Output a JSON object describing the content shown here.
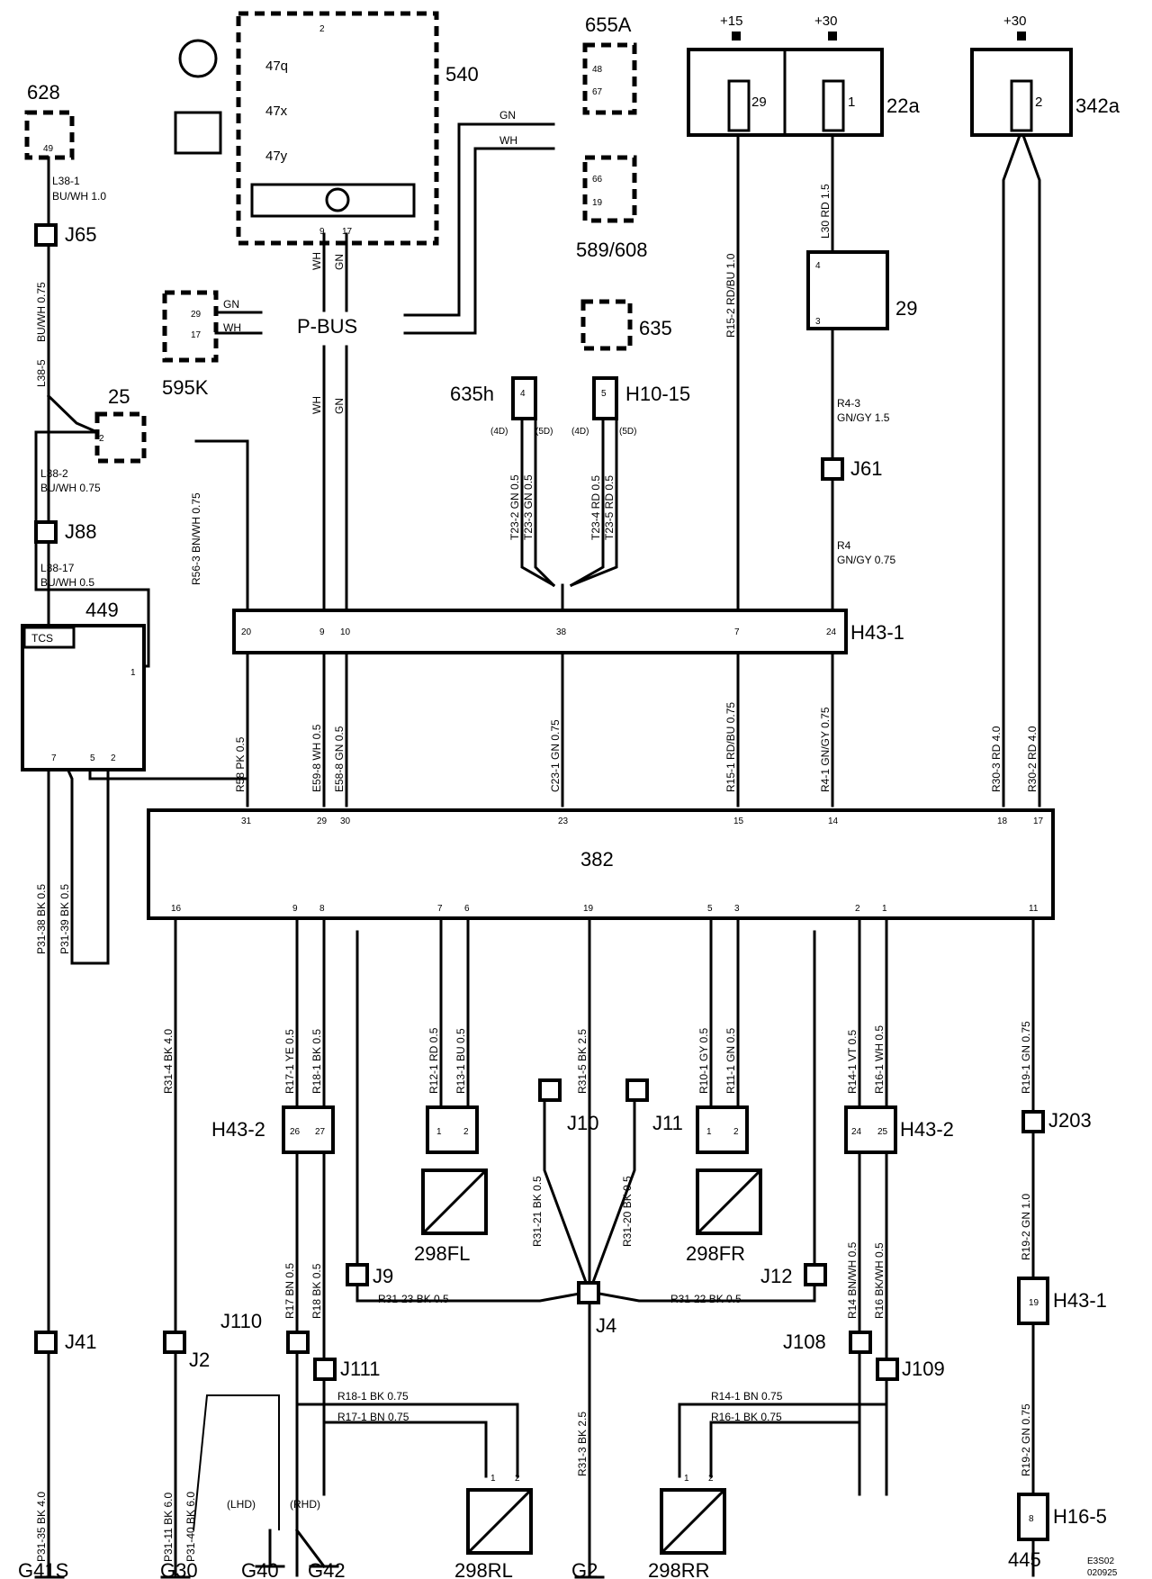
{
  "labels": {
    "c628": "628",
    "c540": "540",
    "c655a": "655A",
    "c589": "589/608",
    "c595k": "595K",
    "c22a": "22a",
    "c342a": "342a",
    "c25": "25",
    "c29": "29",
    "c635": "635",
    "c635h": "635h",
    "h10_15": "H10-15",
    "h43_1": "H43-1",
    "h43_1b": "H43-1",
    "c449": "449",
    "tcs": "TCS",
    "c382": "382",
    "h43_2l": "H43-2",
    "h43_2r": "H43-2",
    "h16_5": "H16-5",
    "c445": "445",
    "s298fl": "298FL",
    "s298fr": "298FR",
    "s298rl": "298RL",
    "s298rr": "298RR",
    "pbus": "P-BUS",
    "j65": "J65",
    "j88": "J88",
    "j41": "J41",
    "j2": "J2",
    "j9": "J9",
    "j10": "J10",
    "j11": "J11",
    "j12": "J12",
    "j4": "J4",
    "j110": "J110",
    "j111": "J111",
    "j108": "J108",
    "j109": "J109",
    "j61": "J61",
    "j203": "J203",
    "g41s": "G41S",
    "g30": "G30",
    "g40": "G40",
    "g42": "G42",
    "g2": "G2",
    "lhd": "(LHD)",
    "rhd": "(RHD)",
    "p15": "+15",
    "p30a": "+30",
    "p30b": "+30",
    "fuse29": "29",
    "fuse1": "1",
    "fuse2": "2",
    "m47q": "47q",
    "m47x": "47x",
    "m47y": "47y",
    "p540_2": "2",
    "p540_9": "9",
    "p540_17": "17",
    "p655_48": "48",
    "p655_67": "67",
    "p589_66": "66",
    "p589_19": "19",
    "p595_29": "29",
    "p595_17": "17",
    "p628_49": "49",
    "p25_2": "2",
    "p635h_4": "4",
    "p1015_5": "5",
    "sw29_4": "4",
    "sw29_3": "3",
    "p449_1": "1",
    "p449_7": "7",
    "p449_5": "5",
    "p449_2": "2",
    "h20": "20",
    "h9": "9",
    "h10": "10",
    "h38": "38",
    "h7": "7",
    "h24": "24",
    "e31": "31",
    "e29": "29",
    "e30": "30",
    "e23": "23",
    "e15": "15",
    "e14": "14",
    "e18": "18",
    "e17": "17",
    "e16": "16",
    "e9": "9",
    "e8": "8",
    "e7": "7",
    "e6": "6",
    "e19": "19",
    "e5": "5",
    "e3": "3",
    "e2": "2",
    "e1": "1",
    "e11": "11",
    "h26": "26",
    "h27": "27",
    "h24b": "24",
    "h25": "25",
    "h19": "19",
    "h8": "8",
    "fl1": "1",
    "fl2": "2",
    "fr1": "1",
    "fr2": "2",
    "rl1": "1",
    "rl2": "2",
    "rr1": "1",
    "rr2": "2",
    "d4a": "(4D)",
    "d5a": "(5D)",
    "d4b": "(4D)",
    "d5b": "(5D)",
    "gn1": "GN",
    "wh1": "WH",
    "gn2": "GN",
    "wh2": "WH",
    "w_l38_1": "L38-1",
    "w_l38_1c": "BU/WH  1.0",
    "w_bu1": "BU/WH  0.75",
    "w_l38_5": "L38-5",
    "w_l38_2": "L38-2",
    "w_l38_2c": "BU/WH  0.75",
    "w_l38_17": "L38-17",
    "w_l38_17c": "BU/WH  0.5",
    "w_r56": "R56-3  BN/WH  0.75",
    "w_wh_a": "WH",
    "w_gn_a": "GN",
    "w_wh_b": "WH",
    "w_gn_b": "GN",
    "w_t232": "T23-2  GN  0.5",
    "w_t233": "T23-3  GN  0.5",
    "w_t234": "T23-4  RD  0.5",
    "w_t235": "T23-5  RD  0.5",
    "w_r152": "R15-2  RD/BU  1.0",
    "w_l30": "L30  RD  1.5",
    "w_r43": "R4-3",
    "w_r43c": "GN/GY  1.5",
    "w_r4": "R4",
    "w_r4c": "GN/GY  0.75",
    "w_r58": "R58  PK  0.5",
    "w_e598": "E59-8  WH  0.5",
    "w_e588": "E58-8  GN  0.5",
    "w_c231": "C23-1  GN  0.75",
    "w_r151": "R15-1  RD/BU  0.75",
    "w_r41": "R4-1  GN/GY  0.75",
    "w_r303": "R30-3  RD  4.0",
    "w_r302": "R30-2  RD  4.0",
    "w_p3138": "P31-38  BK  0.5",
    "w_p3139": "P31-39  BK  0.5",
    "w_r314": "R31-4  BK  4.0",
    "w_r171": "R17-1  YE  0.5",
    "w_r181": "R18-1  BK  0.5",
    "w_r121": "R12-1  RD  0.5",
    "w_r131": "R13-1  BU  0.5",
    "w_r315": "R31-5  BK  2.5",
    "w_r101": "R10-1  GY  0.5",
    "w_r111": "R11-1  GN  0.5",
    "w_r141": "R14-1  VT  0.5",
    "w_r161": "R16-1  WH  0.5",
    "w_r191": "R19-1  GN  0.75",
    "w_r3121": "R31-21  BK  0.5",
    "w_r3120": "R31-20  BK  0.5",
    "w_r17": "R17  BN  0.5",
    "w_r18": "R18  BK  0.5",
    "w_r14": "R14  BN/WH  0.5",
    "w_r16": "R16  BK/WH  0.5",
    "w_r192": "R19-2  GN  1.0",
    "w_r192b": "R19-2  GN  0.75",
    "w_r3123": "R31-23  BK  0.5",
    "w_r3122": "R31-22  BK  0.5",
    "w_r181b": "R18-1  BK  0.75",
    "w_r171b": "R17-1  BN  0.75",
    "w_r141b": "R14-1  BN  0.75",
    "w_r161b": "R16-1  BK  0.75",
    "w_r313": "R31-3  BK  2.5",
    "w_p3135": "P31-35  BK  4.0",
    "w_p3111": "P31-11  BK  6.0",
    "w_p3140": "P31-40  BK  6.0",
    "corner1": "E3S02",
    "corner2": "020925"
  }
}
